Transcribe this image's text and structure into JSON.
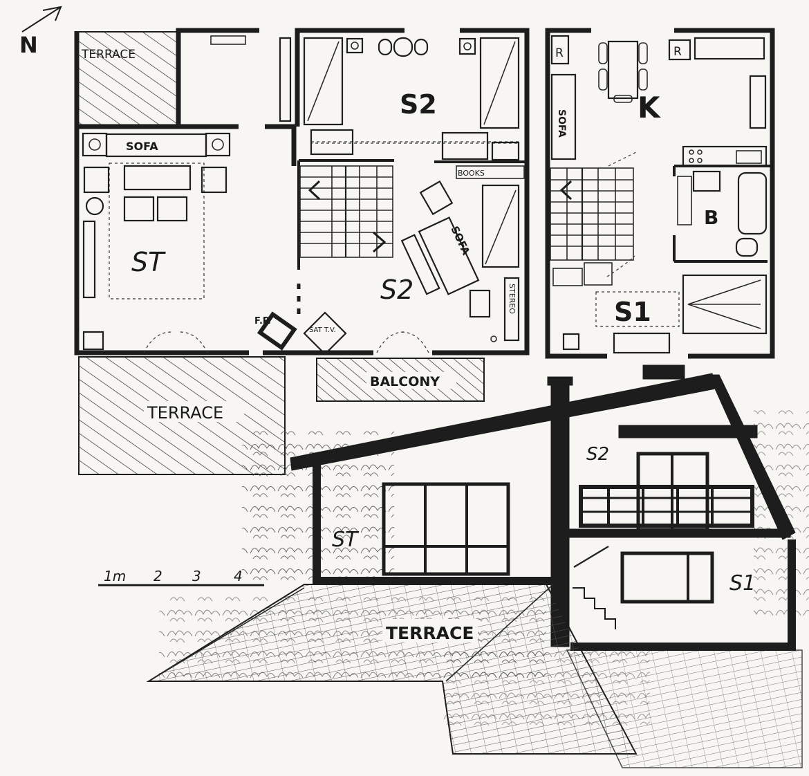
{
  "north": "N",
  "plan_labels": {
    "terrace_top": "TERRACE",
    "sofa_st": "SOFA",
    "st_room": "ST",
    "s2_bedroom": "S2",
    "s2_lower": "S2",
    "fireplace": "F.P.",
    "sat_tv": "SAT T.V.",
    "books": "BOOKS",
    "stereo": "STEREO",
    "sofa_s2": "SOFA",
    "balcony": "BALCONY",
    "terrace_main": "TERRACE",
    "fridge_1": "R",
    "fridge_2": "R",
    "kitchen": "K",
    "sofa_k": "SOFA",
    "bath": "B",
    "s1_room": "S1"
  },
  "elevation_labels": {
    "s2": "S2",
    "st": "ST",
    "s1": "S1",
    "terrace": "TERRACE"
  },
  "scale": {
    "m1": "1m",
    "m2": "2",
    "m3": "3",
    "m4": "4"
  },
  "colors": {
    "ink": "#1d1d1d",
    "paper": "#f7f6f2"
  }
}
